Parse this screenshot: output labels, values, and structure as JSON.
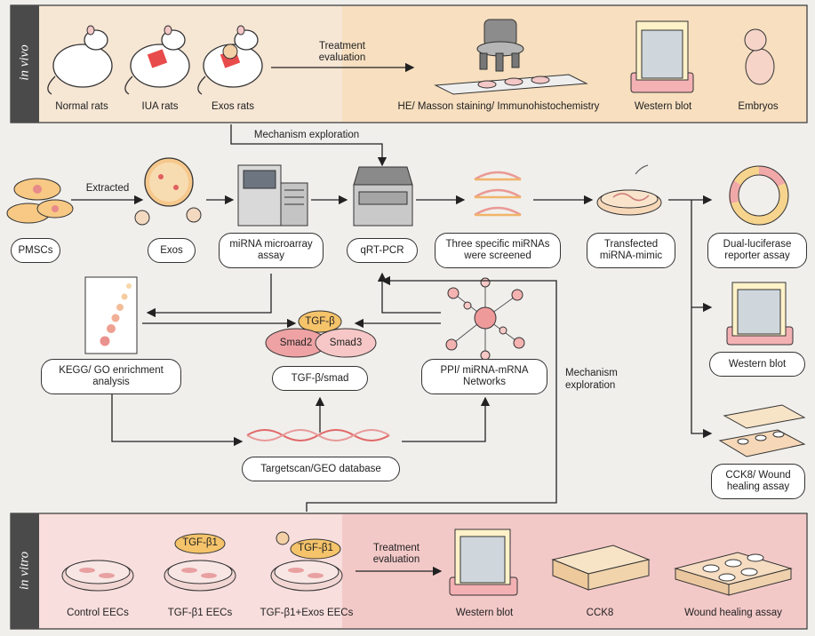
{
  "in_vivo": {
    "band_label": "in vivo",
    "normal_rats": "Normal rats",
    "iua_rats": "IUA rats",
    "exos_rats": "Exos rats",
    "treatment_eval": [
      "Treatment",
      "evaluation"
    ],
    "staining": "HE/ Masson staining/ Immunohistochemistry",
    "western_blot": "Western blot",
    "embryos": "Embryos"
  },
  "mechanism_exploration_top": "Mechanism exploration",
  "middle": {
    "pmscs": "PMSCs",
    "extracted": "Extracted",
    "exos": "Exos",
    "microarray": [
      "miRNA microarray",
      "assay"
    ],
    "qrtpcr": "qRT-PCR",
    "three_mirnas": [
      "Three specific miRNAs",
      "were screened"
    ],
    "transfected": [
      "Transfected",
      "miRNA-mimic"
    ],
    "dual_luciferase": [
      "Dual-luciferase",
      "reporter assay"
    ],
    "western_blot": "Western blot",
    "cck8_wound": [
      "CCK8/ Wound",
      "healing assay"
    ],
    "kegg": [
      "KEGG/ GO enrichment",
      "analysis"
    ],
    "tgfb": "TGF-β",
    "smad2": "Smad2",
    "smad3": "Smad3",
    "tgfb_smad": "TGF-β/smad",
    "ppi": [
      "PPI/ miRNA-mRNA",
      "Networks"
    ],
    "mechanism_exploration": [
      "Mechanism",
      "exploration"
    ],
    "targetscan": "Targetscan/GEO database"
  },
  "in_vitro": {
    "band_label": "in vitro",
    "control": "Control EECs",
    "tgfb1_eecs": "TGF-β1 EECs",
    "tgfb1_exos": "TGF-β1+Exos EECs",
    "tgfb1_tag": "TGF-β1",
    "treatment_eval": [
      "Treatment",
      "evaluation"
    ],
    "western_blot": "Western blot",
    "cck8": "CCK8",
    "wound": "Wound healing assay"
  },
  "colors": {
    "in_vivo_bg": "#f8e7cf",
    "in_vitro_bg": "#f6d6d4",
    "band_dark": "#4a4a4a",
    "tgf_yellow": "#f5c36a",
    "smad_pink": "#eea2a4"
  }
}
